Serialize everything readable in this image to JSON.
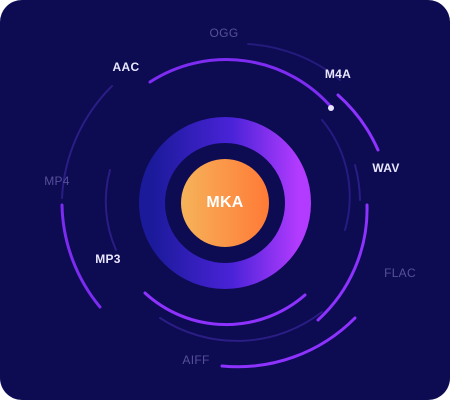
{
  "center": {
    "label": "MKA",
    "gradient_colors": [
      "#f6b35a",
      "#ff7a36"
    ]
  },
  "formats": [
    {
      "name": "ogg-label",
      "text": "OGG",
      "style": "dim"
    },
    {
      "name": "aac-label",
      "text": "AAC",
      "style": "bright"
    },
    {
      "name": "m4a-label",
      "text": "M4A",
      "style": "bright"
    },
    {
      "name": "wav-label",
      "text": "WAV",
      "style": "bright"
    },
    {
      "name": "mp4-label",
      "text": "MP4",
      "style": "dim"
    },
    {
      "name": "mp3-label",
      "text": "MP3",
      "style": "bright"
    },
    {
      "name": "flac-label",
      "text": "FLAC",
      "style": "dim"
    },
    {
      "name": "aiff-label",
      "text": "AIFF",
      "style": "dim"
    }
  ],
  "colors": {
    "background": "#0d0b52",
    "ring_gradient_start": "#1c1aa0",
    "ring_gradient_end": "#a633ff",
    "orbit_bright": "#8e32ff",
    "orbit_dim": "#2c1f86",
    "label_bright": "#e9e6ff",
    "label_dim": "#56509a"
  }
}
